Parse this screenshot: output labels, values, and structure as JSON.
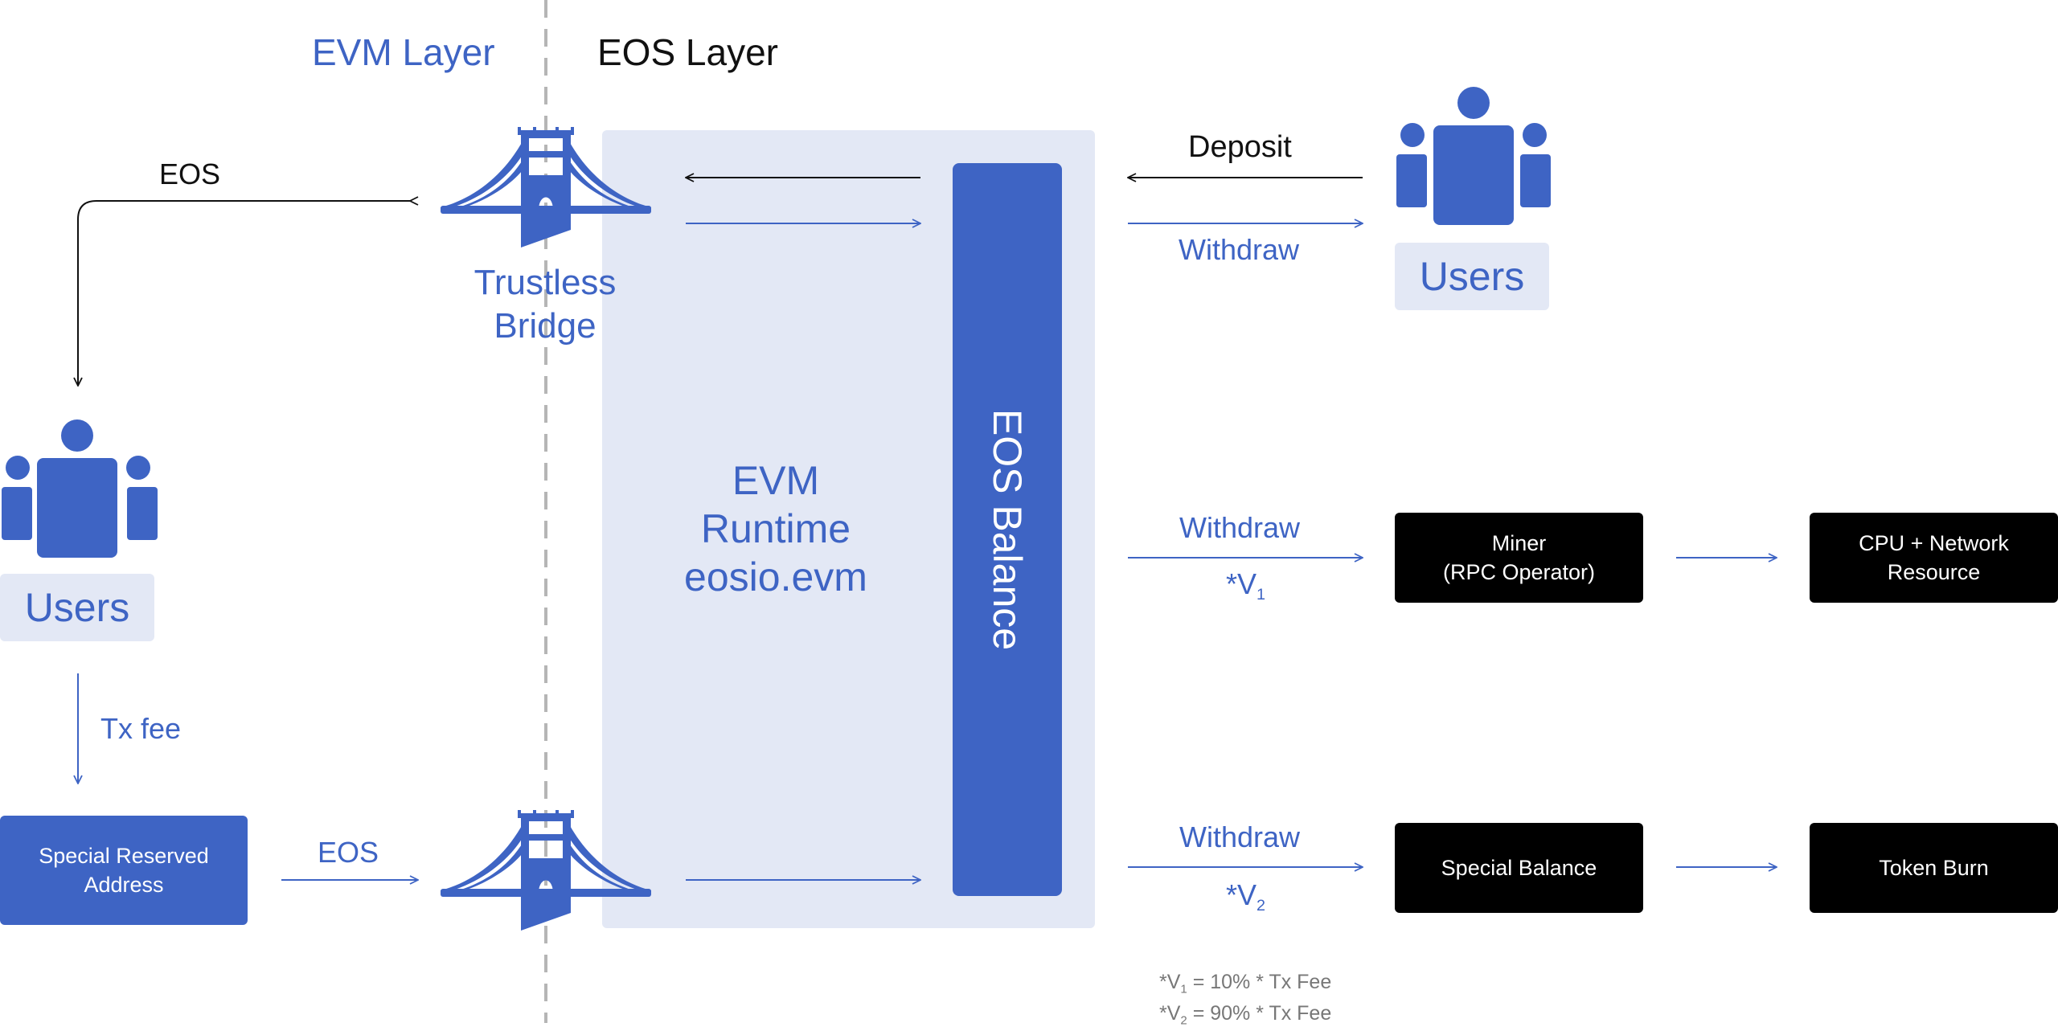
{
  "layers": {
    "evm": "EVM Layer",
    "eos": "EOS Layer"
  },
  "bridge": {
    "label_line1": "Trustless",
    "label_line2": "Bridge"
  },
  "runtime": {
    "line1": "EVM",
    "line2": "Runtime",
    "line3": "eosio.evm"
  },
  "balance": {
    "label": "EOS Balance"
  },
  "users_top": {
    "label": "Users"
  },
  "users_left": {
    "label": "Users"
  },
  "edges": {
    "eos_top": "EOS",
    "deposit": "Deposit",
    "withdraw_top": "Withdraw",
    "tx_fee": "Tx fee",
    "eos_bottom": "EOS",
    "withdraw_mid": "Withdraw",
    "v1": "*V",
    "v1_sub": "1",
    "withdraw_bottom": "Withdraw",
    "v2": "*V",
    "v2_sub": "2"
  },
  "nodes": {
    "special_reserved_line1": "Special Reserved",
    "special_reserved_line2": "Address",
    "miner_line1": "Miner",
    "miner_line2": "(RPC Operator)",
    "cpu_line1": "CPU + Network",
    "cpu_line2": "Resource",
    "special_balance": "Special Balance",
    "token_burn": "Token Burn"
  },
  "notes": {
    "n1_prefix": "*V",
    "n1_sub": "1",
    "n1_rest": " = 10% * Tx Fee",
    "n2_prefix": "*V",
    "n2_sub": "2",
    "n2_rest": " = 90% * Tx Fee"
  },
  "colors": {
    "accent": "#3e64c4",
    "panel": "#e3e8f5",
    "dark": "#000000"
  },
  "icons": {
    "bridge": "bridge-icon",
    "users": "users-icon"
  }
}
